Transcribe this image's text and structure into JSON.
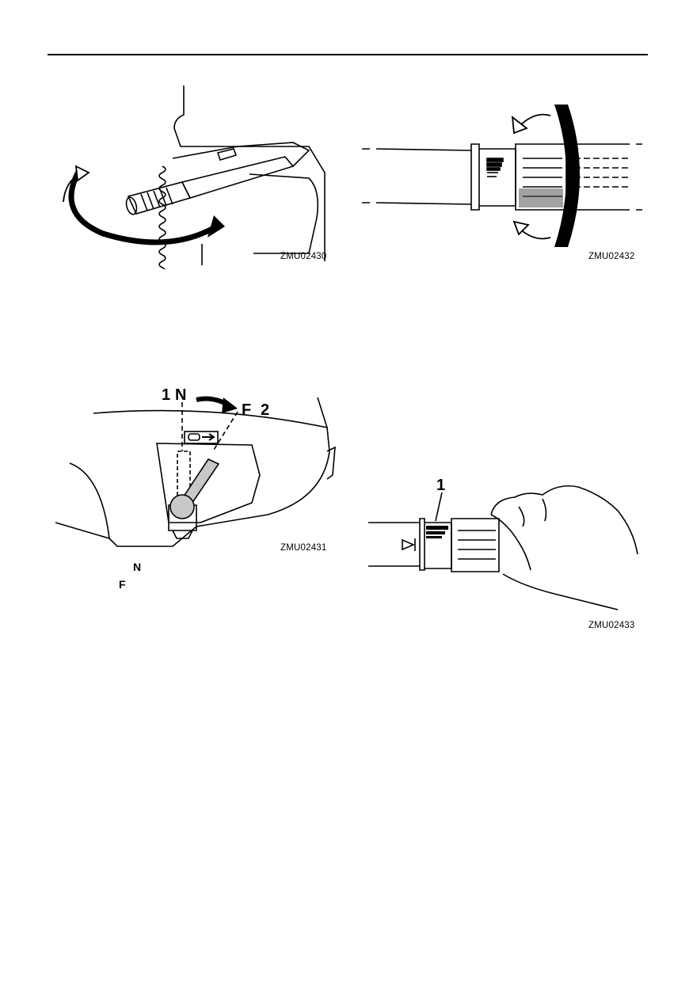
{
  "figures": {
    "fig_top_left": {
      "code": "ZMU02430"
    },
    "fig_top_right": {
      "code": "ZMU02432"
    },
    "fig_mid_left": {
      "code": "ZMU02431",
      "callout_1": "1",
      "callout_n": "N",
      "callout_f": "F",
      "callout_2": "2"
    },
    "fig_mid_right": {
      "code": "ZMU02433",
      "callout_1": "1"
    }
  },
  "side_labels": {
    "n": "N",
    "f": "F"
  }
}
